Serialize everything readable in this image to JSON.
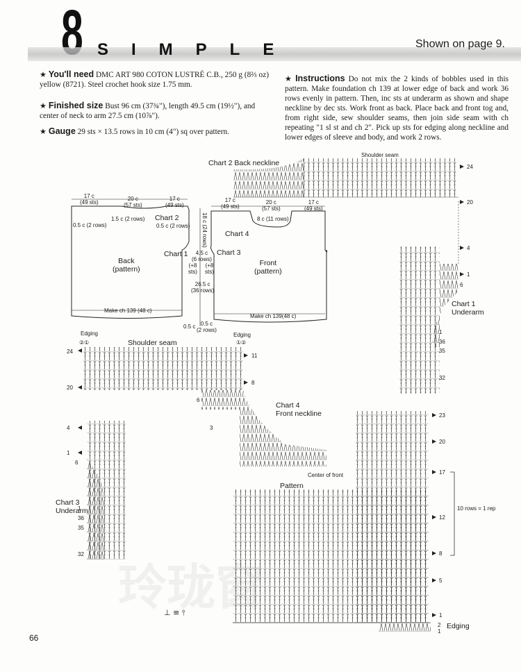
{
  "header": {
    "number": "8",
    "title": "SIMPLE",
    "shown_on": "Shown on page 9."
  },
  "specs": {
    "need_label": "You'll need",
    "need_text": "DMC ART 980 COTON LUSTRÉ C.B., 250 g (8⅔ oz) yellow (8721). Steel crochet hook size 1.75 mm.",
    "size_label": "Finished size",
    "size_text": "Bust 96 cm (37¾\"), length 49.5 cm (19½\"), and center of neck to arm 27.5 cm (10⅞\").",
    "gauge_label": "Gauge",
    "gauge_text": "29 sts × 13.5 rows in 10 cm (4\") sq over pattern.",
    "instr_label": "Instructions",
    "instr_text": "Do not mix the 2 kinds of bobbles used in this pattern. Make foundation ch 139 at lower edge of back and work 36 rows evenly in pattern. Then, inc sts at underarm as shown and shape neckline by dec sts. Work front as back. Place back and front tog and, from right side, sew shoulder seams, then join side seam with ch repeating \"1 sl st and ch 2\". Pick up sts for edging along neckline and lower edges of sleeve and body, and work 2 rows."
  },
  "schematic": {
    "back": {
      "shoulder_l": "17 c",
      "shoulder_l_sts": "(49 sts)",
      "neck": "20 c",
      "neck_sts": "(57 sts)",
      "shoulder_r": "17 c",
      "shoulder_r_sts": "(49 sts)",
      "neck_depth": "1.5 c (2 rows)",
      "shoulder_slope": "0.5 c (2 rows)",
      "side_slope": "0.5 c (2 rows)",
      "chart2": "Chart 2",
      "chart1": "Chart 1",
      "name": "Back",
      "pattern": "(pattern)",
      "foundation": "Make ch 139 (48 c)",
      "edge": "0.5 c"
    },
    "middle": {
      "armhole": "18 c",
      "armhole_rows": "(24 rows)",
      "underarm": "4.5 c",
      "underarm_rows": "(6 rows)",
      "inc_l": "(+8",
      "inc_l2": "sts)",
      "inc_r": "(+8",
      "inc_r2": "sts)",
      "body": "26.5 c",
      "body_rows": "(36 rows)",
      "edge": "0.5 c",
      "edge_rows": "(2 rows)"
    },
    "front": {
      "shoulder_l": "17 c",
      "shoulder_l_sts": "(49 sts)",
      "neck": "20 c",
      "neck_sts": "(57 sts)",
      "shoulder_r": "17 c",
      "shoulder_r_sts": "(49 sts)",
      "neck_depth": "8 c (11 rows)",
      "chart4": "Chart 4",
      "chart3": "Chart 3",
      "name": "Front",
      "pattern": "(pattern)",
      "foundation": "Make ch 139(48 c)"
    }
  },
  "charts": {
    "chart2_title": "Chart 2  Back neckline",
    "shoulder_seam_top": "Shoulder seam",
    "chart1_title": "Chart 1",
    "chart1_sub": "Underarm",
    "edging_l": "Edging",
    "edging_m": "Edging",
    "shoulder_seam_left": "Shoulder seam",
    "chart4_title": "Chart 4",
    "chart4_sub": "Front neckline",
    "center_front": "Center of front",
    "pattern_title": "Pattern",
    "repeat_note": "10 rows = 1 rep",
    "chart3_title": "Chart 3",
    "chart3_sub": "Underarm",
    "edging_bottom": "Edging"
  },
  "row_markers": {
    "chart2": [
      "24",
      "20"
    ],
    "chart1": [
      "4",
      "1",
      "6",
      "1",
      "36",
      "35",
      "32"
    ],
    "left_top": [
      "24",
      "20",
      "6",
      "4",
      "1",
      "6"
    ],
    "left_edge_top": "②①",
    "chart3": [
      "1",
      "36",
      "35",
      "32"
    ],
    "mid_top": "①②",
    "mid": [
      "11",
      "8",
      "3"
    ],
    "pattern": [
      "23",
      "20",
      "17",
      "12",
      "8",
      "5",
      "1",
      "2",
      "1"
    ]
  },
  "page_number": "66"
}
